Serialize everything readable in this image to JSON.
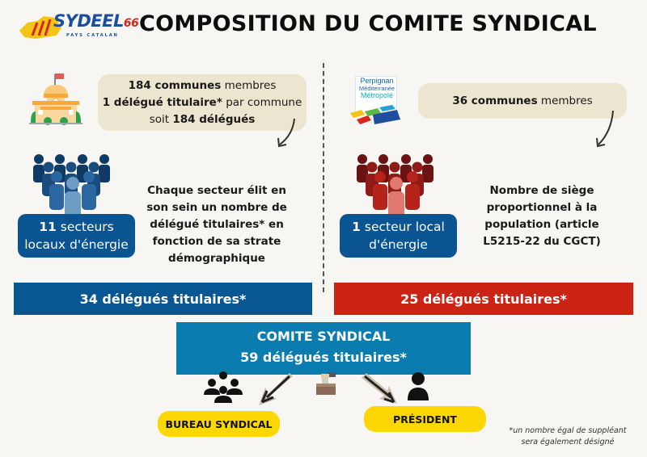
{
  "header": {
    "logo_text": "SYDEEL",
    "logo_number": "66",
    "logo_subtitle": "PAYS CATALAN",
    "title": "COMPOSITION DU COMITE SYNDICAL"
  },
  "left": {
    "bubble": {
      "line1_bold": "184 communes",
      "line1_rest": " membres",
      "line2_bold": "1 délégué titulaire*",
      "line2_rest": " par commune",
      "line3_pre": "soit ",
      "line3_bold": "184 délégués"
    },
    "sector": {
      "num": "11",
      "label_rest": " secteurs",
      "line2": "locaux d'énergie"
    },
    "description": [
      "Chaque secteur élit en",
      "son sein un nombre de",
      "délégué titulaires* en",
      "fonction de sa strate",
      "démographique"
    ],
    "total": "34 délégués titulaires*",
    "colors": {
      "people_dark": "#0e3a63",
      "people_mid": "#1f5b92",
      "people_light": "#6d9cc4",
      "bar": "#095792"
    }
  },
  "right": {
    "logo": {
      "line1": "Perpignan",
      "line2": "Méditerranée",
      "line3": "Métropole"
    },
    "bubble": {
      "line1_bold": "36 communes",
      "line1_rest": " membres"
    },
    "sector": {
      "num": "1",
      "label_rest": " secteur local",
      "line2": "d'énergie"
    },
    "description": [
      "Nombre de siège",
      "proportionnel à la",
      "population (article",
      "L5215-22 du CGCT)"
    ],
    "total": "25 délégués titulaires*",
    "colors": {
      "people_dark": "#6b1212",
      "people_mid": "#b5231a",
      "people_light": "#e07a70",
      "bar": "#cc2414"
    }
  },
  "comite": {
    "title": "COMITE SYNDICAL",
    "subtitle": "59 délégués titulaires*",
    "color": "#0b7cb0"
  },
  "outputs": {
    "bureau": "BUREAU SYNDICAL",
    "president": "PRÉSIDENT",
    "pill_color": "#fcd703"
  },
  "footnote": {
    "line1": "*un nombre égal de suppléant",
    "line2": "sera également désigné"
  }
}
